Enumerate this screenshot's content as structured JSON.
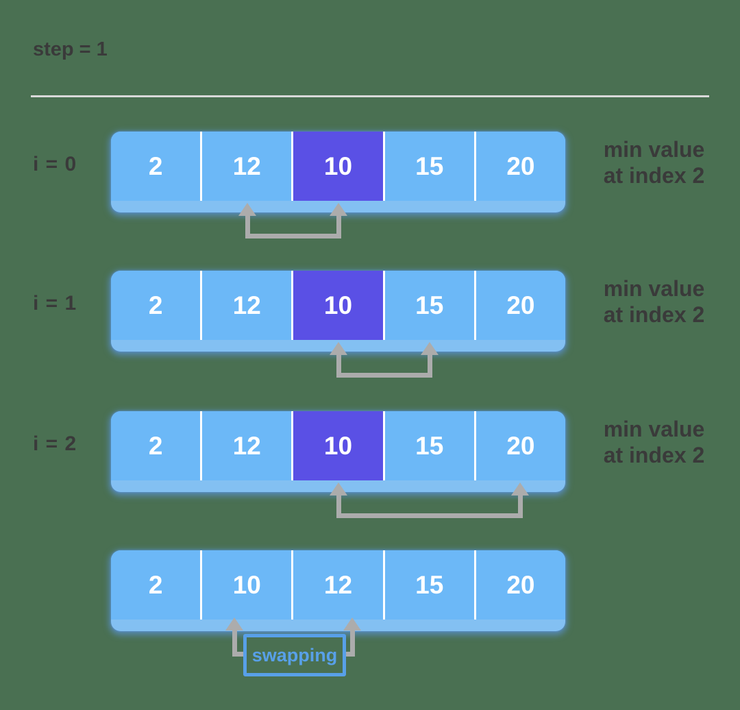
{
  "title": "step = 1",
  "colors": {
    "page-bg": "#4a7052",
    "cell-blue": "#6cb8f7",
    "cell-band": "#83c0f2",
    "cell-purple": "#5a50e5",
    "text-dark": "#3a3a3a",
    "cell-text": "#ffffff",
    "arrow-gray": "#acacac",
    "swap-blue": "#58a0e8",
    "divider": "#d9d9d9"
  },
  "rows": [
    {
      "label": "i = 0",
      "cells": [
        "2",
        "12",
        "10",
        "15",
        "20"
      ],
      "highlight_index": 2,
      "note": [
        "min value",
        "at index 2"
      ],
      "compare_indices": [
        1,
        2
      ]
    },
    {
      "label": "i = 1",
      "cells": [
        "2",
        "12",
        "10",
        "15",
        "20"
      ],
      "highlight_index": 2,
      "note": [
        "min value",
        "at index 2"
      ],
      "compare_indices": [
        2,
        3
      ]
    },
    {
      "label": "i = 2",
      "cells": [
        "2",
        "12",
        "10",
        "15",
        "20"
      ],
      "highlight_index": 2,
      "note": [
        "min value",
        "at index 2"
      ],
      "compare_indices": [
        2,
        4
      ]
    },
    {
      "label": "",
      "cells": [
        "2",
        "10",
        "12",
        "15",
        "20"
      ],
      "highlight_index": null,
      "swap_label": "swapping",
      "compare_indices": [
        1,
        2
      ]
    }
  ]
}
